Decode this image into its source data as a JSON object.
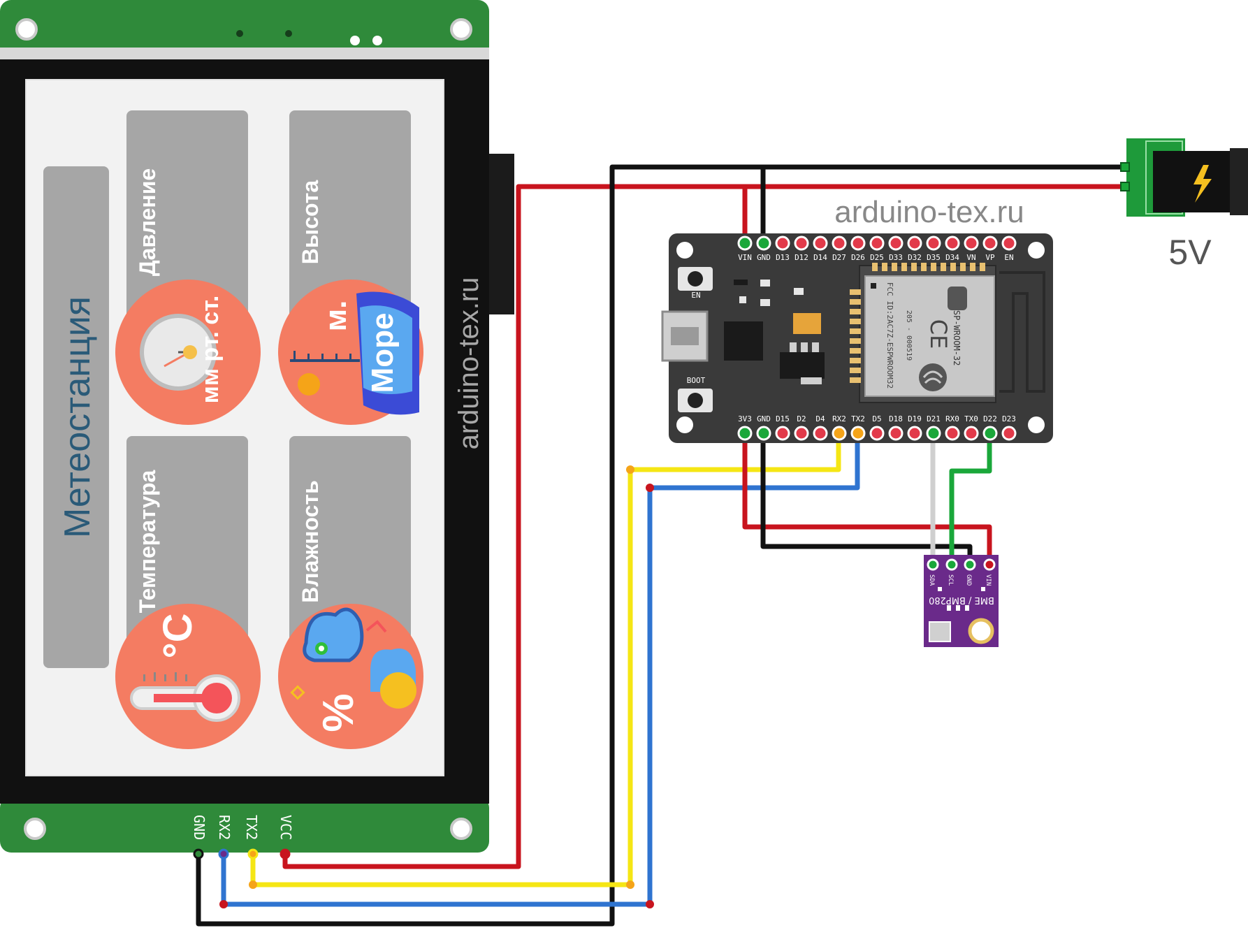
{
  "colors": {
    "pcb_green": "#2f8a3a",
    "screen_bg": "#f2f2f2",
    "tile_gray": "#a6a6a6",
    "accent_orange": "#f47c62",
    "wire_red": "#c8141e",
    "wire_black": "#111111",
    "wire_yellow": "#f5e614",
    "wire_blue": "#2f74d0",
    "wire_green": "#1aa73a",
    "wire_white": "#cfcfcf",
    "esp_board": "#3a3a3a",
    "sensor_purple": "#6a2a8a"
  },
  "watermark": "arduino-tex.ru",
  "power": {
    "label": "5V",
    "icon": "lightning-icon"
  },
  "display": {
    "title": "Метеостанция",
    "tiles": [
      {
        "label": "Давление",
        "icon_text": "мм рт. ст.",
        "icon": "gauge-icon"
      },
      {
        "label": "Высота",
        "icon_text": "м.",
        "icon2_text": "Море",
        "icon": "sea-level-icon"
      },
      {
        "label": "Температура",
        "icon_text": "°C",
        "icon": "thermometer-icon"
      },
      {
        "label": "Влажность",
        "icon_text": "%",
        "icon": "humidity-cloud-icon"
      }
    ],
    "connector_pins": [
      "GND",
      "RX2",
      "TX2",
      "VCC"
    ]
  },
  "esp32": {
    "top_pins": [
      "VIN",
      "GND",
      "D13",
      "D12",
      "D14",
      "D27",
      "D26",
      "D25",
      "D33",
      "D32",
      "D35",
      "D34",
      "VN",
      "VP",
      "EN"
    ],
    "bottom_pins": [
      "3V3",
      "GND",
      "D15",
      "D2",
      "D4",
      "RX2",
      "TX2",
      "D5",
      "D18",
      "D19",
      "D21",
      "RX0",
      "TX0",
      "D22",
      "D23"
    ],
    "button_en": "EN",
    "button_boot": "BOOT",
    "module_label": "ESP-WROOM-32",
    "fcc_label": "FCC ID:2AC7Z-ESPWROOM32",
    "r_label": "205 - 000519"
  },
  "sensor": {
    "name": "BME / BMP280",
    "pins": [
      "SDA",
      "SCL",
      "GND",
      "VIN"
    ]
  }
}
